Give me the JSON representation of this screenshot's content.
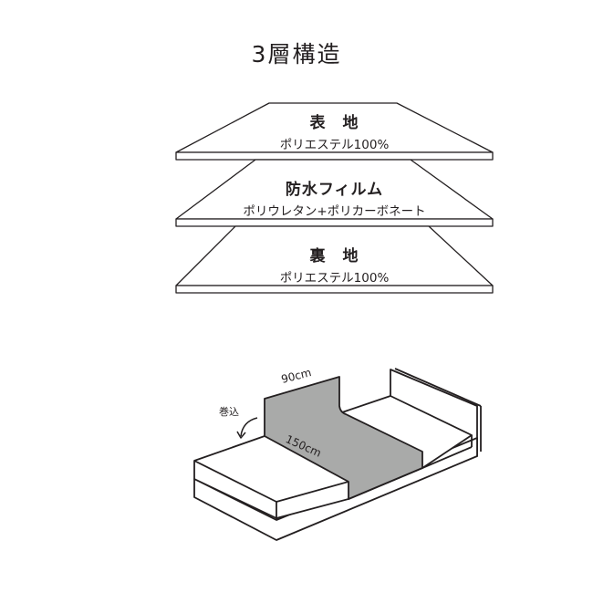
{
  "title": "3層構造",
  "layers": [
    {
      "name": "表　地",
      "material": "ポリエステル100%"
    },
    {
      "name": "防水フィルム",
      "material": "ポリウレタン+ポリカーボネート"
    },
    {
      "name": "裏　地",
      "material": "ポリエステル100%"
    }
  ],
  "bed_illustration": {
    "width_label": "90cm",
    "length_label": "150cm",
    "tuck_label": "巻込",
    "sheet_color": "#a9aaa9"
  }
}
